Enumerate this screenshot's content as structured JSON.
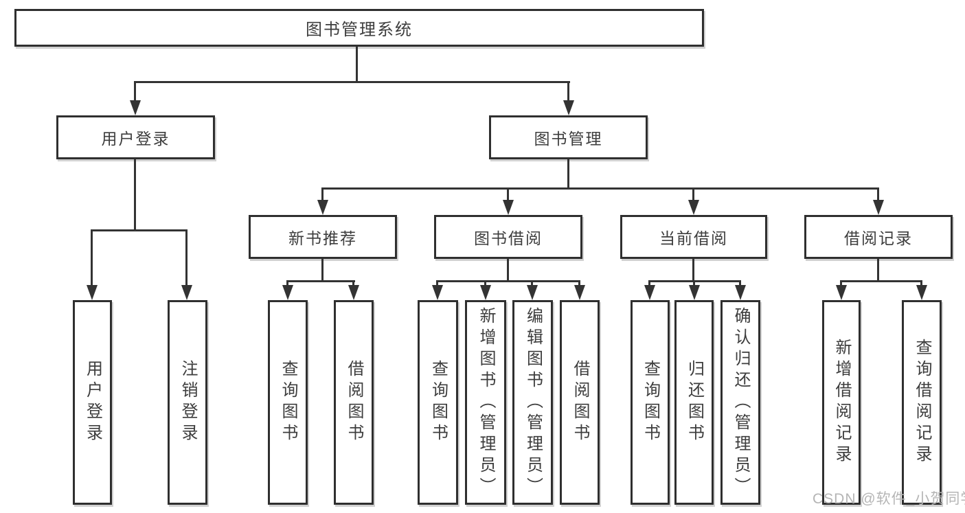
{
  "diagram": {
    "type": "tree",
    "title": "图书管理系统",
    "labels": {
      "root": "图书管理系统",
      "user_login": "用户登录",
      "book_mgmt": "图书管理",
      "new_book_rec": "新书推荐",
      "book_borrow": "图书借阅",
      "current_borrow": "当前借阅",
      "borrow_record": "借阅记录",
      "ul_user_login": "用户登录",
      "ul_logout": "注销登录",
      "nbr_query_book": "查询图书",
      "nbr_borrow_book": "借阅图书",
      "bb_query_book": "查询图书",
      "bb_add_book": "新增图书（管理员）",
      "bb_edit_book": "编辑图书（管理员）",
      "bb_borrow_book": "借阅图书",
      "cb_query_book": "查询图书",
      "cb_return_book": "归还图书",
      "cb_confirm_return": "确认归还（管理员）",
      "br_add_record": "新增借阅记录",
      "br_query_record": "查询借阅记录"
    },
    "hierarchy": {
      "图书管理系统": {
        "用户登录": [
          "用户登录",
          "注销登录"
        ],
        "图书管理": {
          "新书推荐": [
            "查询图书",
            "借阅图书"
          ],
          "图书借阅": [
            "查询图书",
            "新增图书（管理员）",
            "编辑图书（管理员）",
            "借阅图书"
          ],
          "当前借阅": [
            "查询图书",
            "归还图书",
            "确认归还（管理员）"
          ],
          "借阅记录": [
            "新增借阅记录",
            "查询借阅记录"
          ]
        }
      }
    },
    "colors": {
      "line": "#333333",
      "border": "#2f2f2f",
      "text": "#3d3d3d",
      "background": "#ffffff",
      "watermark": "#b5b5b5"
    },
    "watermark": "CSDN @软件_小贺同学"
  }
}
